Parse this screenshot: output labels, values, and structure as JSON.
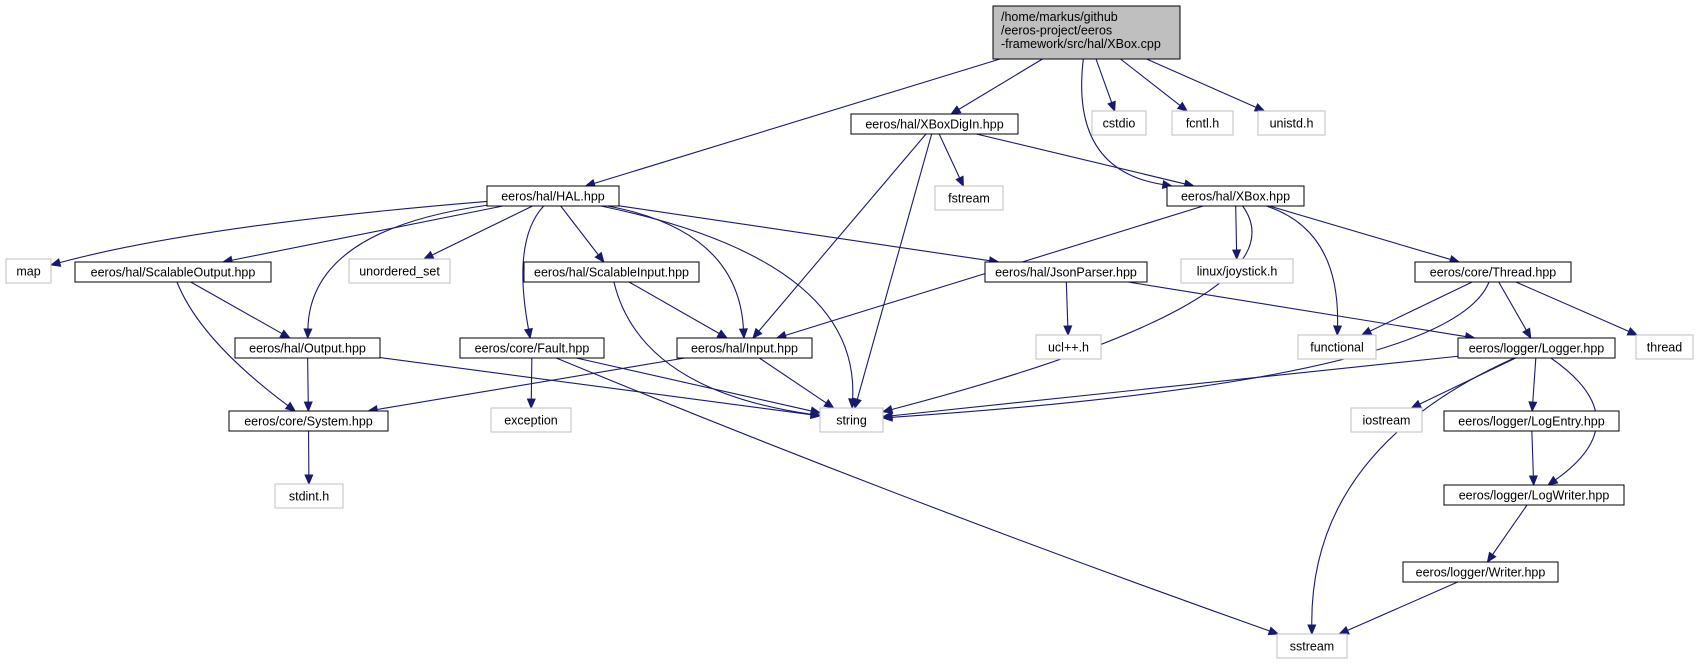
{
  "colors": {
    "edge": "#191970",
    "root_fill": "#bfbfbf",
    "internal_border": "#000000",
    "external_border": "#bfbfbf",
    "text": "#000000"
  },
  "graph": {
    "nodes": [
      {
        "id": "root",
        "lines": [
          "/home/markus/github",
          "/eeros-project/eeros",
          "-framework/src/hal/XBox.cpp"
        ],
        "kind": "root"
      },
      {
        "id": "xboxdigin",
        "lines": [
          "eeros/hal/XBoxDigIn.hpp"
        ],
        "kind": "internal"
      },
      {
        "id": "cstdio",
        "lines": [
          "cstdio"
        ],
        "kind": "external"
      },
      {
        "id": "fcntl",
        "lines": [
          "fcntl.h"
        ],
        "kind": "external"
      },
      {
        "id": "unistd",
        "lines": [
          "unistd.h"
        ],
        "kind": "external"
      },
      {
        "id": "hal",
        "lines": [
          "eeros/hal/HAL.hpp"
        ],
        "kind": "internal"
      },
      {
        "id": "fstream",
        "lines": [
          "fstream"
        ],
        "kind": "external"
      },
      {
        "id": "xbox",
        "lines": [
          "eeros/hal/XBox.hpp"
        ],
        "kind": "internal"
      },
      {
        "id": "map",
        "lines": [
          "map"
        ],
        "kind": "external"
      },
      {
        "id": "scalableoutput",
        "lines": [
          "eeros/hal/ScalableOutput.hpp"
        ],
        "kind": "internal"
      },
      {
        "id": "unordered_set",
        "lines": [
          "unordered_set"
        ],
        "kind": "external"
      },
      {
        "id": "scalableinput",
        "lines": [
          "eeros/hal/ScalableInput.hpp"
        ],
        "kind": "internal"
      },
      {
        "id": "jsonparser",
        "lines": [
          "eeros/hal/JsonParser.hpp"
        ],
        "kind": "internal"
      },
      {
        "id": "joystick",
        "lines": [
          "linux/joystick.h"
        ],
        "kind": "external"
      },
      {
        "id": "thread_hpp",
        "lines": [
          "eeros/core/Thread.hpp"
        ],
        "kind": "internal"
      },
      {
        "id": "output",
        "lines": [
          "eeros/hal/Output.hpp"
        ],
        "kind": "internal"
      },
      {
        "id": "fault",
        "lines": [
          "eeros/core/Fault.hpp"
        ],
        "kind": "internal"
      },
      {
        "id": "input",
        "lines": [
          "eeros/hal/Input.hpp"
        ],
        "kind": "internal"
      },
      {
        "id": "uclpp",
        "lines": [
          "ucl++.h"
        ],
        "kind": "external"
      },
      {
        "id": "functional",
        "lines": [
          "functional"
        ],
        "kind": "external"
      },
      {
        "id": "logger",
        "lines": [
          "eeros/logger/Logger.hpp"
        ],
        "kind": "internal"
      },
      {
        "id": "thread",
        "lines": [
          "thread"
        ],
        "kind": "external"
      },
      {
        "id": "system",
        "lines": [
          "eeros/core/System.hpp"
        ],
        "kind": "internal"
      },
      {
        "id": "exception",
        "lines": [
          "exception"
        ],
        "kind": "external"
      },
      {
        "id": "string",
        "lines": [
          "string"
        ],
        "kind": "external"
      },
      {
        "id": "iostream",
        "lines": [
          "iostream"
        ],
        "kind": "external"
      },
      {
        "id": "logentry",
        "lines": [
          "eeros/logger/LogEntry.hpp"
        ],
        "kind": "internal"
      },
      {
        "id": "stdint",
        "lines": [
          "stdint.h"
        ],
        "kind": "external"
      },
      {
        "id": "logwriter",
        "lines": [
          "eeros/logger/LogWriter.hpp"
        ],
        "kind": "internal"
      },
      {
        "id": "writer",
        "lines": [
          "eeros/logger/Writer.hpp"
        ],
        "kind": "internal"
      },
      {
        "id": "sstream",
        "lines": [
          "sstream"
        ],
        "kind": "external"
      }
    ],
    "edges": [
      {
        "from": "root",
        "to": "hal"
      },
      {
        "from": "root",
        "to": "xboxdigin"
      },
      {
        "from": "root",
        "to": "xbox"
      },
      {
        "from": "root",
        "to": "cstdio"
      },
      {
        "from": "root",
        "to": "fcntl"
      },
      {
        "from": "root",
        "to": "unistd"
      },
      {
        "from": "xboxdigin",
        "to": "fstream"
      },
      {
        "from": "xboxdigin",
        "to": "xbox"
      },
      {
        "from": "xboxdigin",
        "to": "input"
      },
      {
        "from": "xboxdigin",
        "to": "string"
      },
      {
        "from": "hal",
        "to": "map"
      },
      {
        "from": "hal",
        "to": "scalableoutput"
      },
      {
        "from": "hal",
        "to": "output"
      },
      {
        "from": "hal",
        "to": "unordered_set"
      },
      {
        "from": "hal",
        "to": "fault"
      },
      {
        "from": "hal",
        "to": "scalableinput"
      },
      {
        "from": "hal",
        "to": "input"
      },
      {
        "from": "hal",
        "to": "string"
      },
      {
        "from": "hal",
        "to": "jsonparser"
      },
      {
        "from": "xbox",
        "to": "input"
      },
      {
        "from": "xbox",
        "to": "joystick"
      },
      {
        "from": "xbox",
        "to": "string"
      },
      {
        "from": "xbox",
        "to": "functional"
      },
      {
        "from": "xbox",
        "to": "thread_hpp"
      },
      {
        "from": "scalableoutput",
        "to": "output"
      },
      {
        "from": "scalableoutput",
        "to": "system"
      },
      {
        "from": "output",
        "to": "system"
      },
      {
        "from": "output",
        "to": "string"
      },
      {
        "from": "scalableinput",
        "to": "input"
      },
      {
        "from": "scalableinput",
        "to": "string"
      },
      {
        "from": "fault",
        "to": "exception"
      },
      {
        "from": "fault",
        "to": "string"
      },
      {
        "from": "fault",
        "to": "sstream"
      },
      {
        "from": "input",
        "to": "system"
      },
      {
        "from": "input",
        "to": "string"
      },
      {
        "from": "jsonparser",
        "to": "uclpp"
      },
      {
        "from": "jsonparser",
        "to": "logger"
      },
      {
        "from": "thread_hpp",
        "to": "functional"
      },
      {
        "from": "thread_hpp",
        "to": "string"
      },
      {
        "from": "thread_hpp",
        "to": "logger"
      },
      {
        "from": "thread_hpp",
        "to": "thread"
      },
      {
        "from": "logger",
        "to": "string"
      },
      {
        "from": "logger",
        "to": "iostream"
      },
      {
        "from": "logger",
        "to": "logentry"
      },
      {
        "from": "logger",
        "to": "logwriter"
      },
      {
        "from": "logger",
        "to": "sstream"
      },
      {
        "from": "logentry",
        "to": "logwriter"
      },
      {
        "from": "logwriter",
        "to": "writer"
      },
      {
        "from": "writer",
        "to": "sstream"
      },
      {
        "from": "system",
        "to": "stdint"
      }
    ]
  }
}
